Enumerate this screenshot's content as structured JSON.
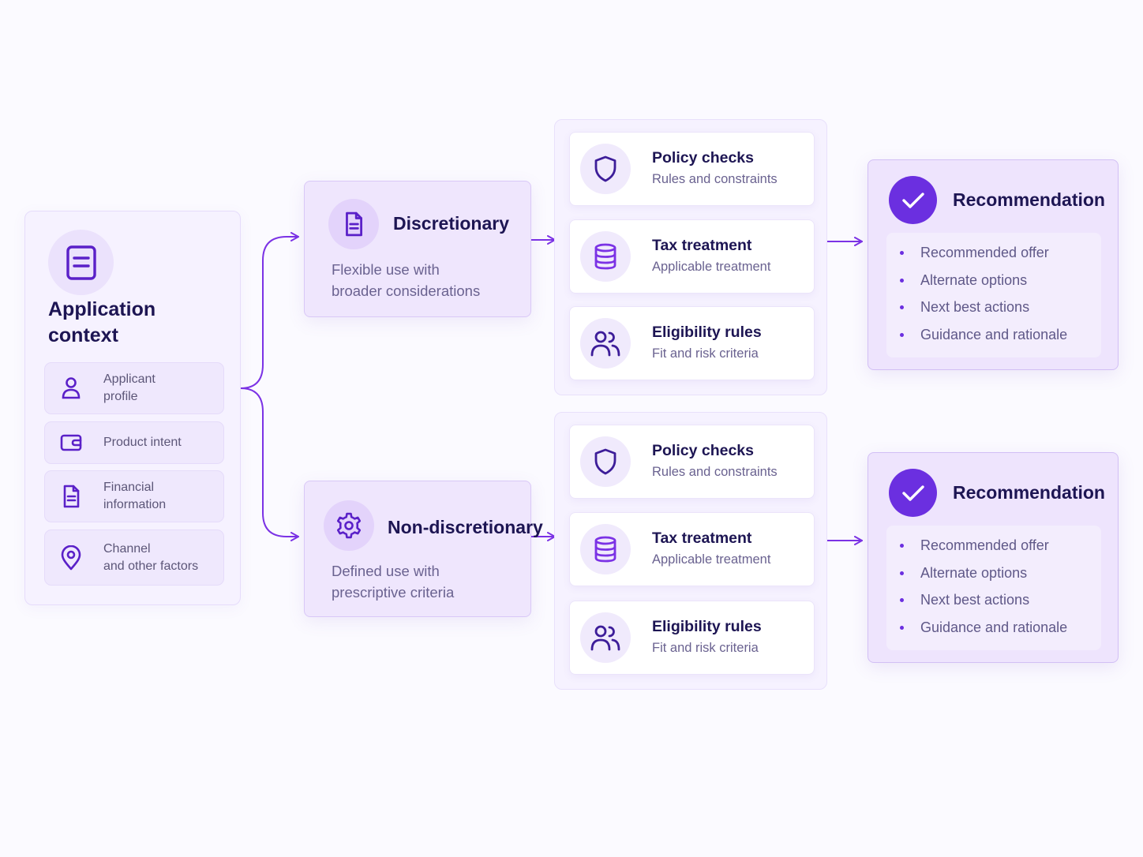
{
  "colors": {
    "accent": "#6b2fe0",
    "arrow": "#7b32e5",
    "heading": "#1d1553",
    "muted_text": "#6a6290",
    "panel_bg": "#f6f2ff",
    "card_bg": "#efe6fd"
  },
  "context": {
    "icon": "document-icon",
    "title": "Application context",
    "items": [
      {
        "icon": "user-icon",
        "label": "Applicant\nprofile"
      },
      {
        "icon": "wallet-icon",
        "label": "Product intent"
      },
      {
        "icon": "file-text-icon",
        "label": "Financial\ninformation"
      },
      {
        "icon": "map-pin-icon",
        "label": "Channel\nand other factors"
      }
    ]
  },
  "modes": [
    {
      "icon": "document-icon",
      "title": "Discretionary",
      "description": "Flexible use with\nbroader considerations"
    },
    {
      "icon": "gear-icon",
      "title": "Non-discretionary",
      "description": "Defined use with\nprescriptive criteria"
    }
  ],
  "check_groups": [
    {
      "checks": [
        {
          "icon": "shield-icon",
          "title": "Policy checks",
          "subtitle": "Rules and constraints"
        },
        {
          "icon": "database-icon",
          "title": "Tax treatment",
          "subtitle": "Applicable treatment"
        },
        {
          "icon": "users-icon",
          "title": "Eligibility rules",
          "subtitle": "Fit and risk criteria"
        }
      ]
    },
    {
      "checks": [
        {
          "icon": "shield-icon",
          "title": "Policy checks",
          "subtitle": "Rules and constraints"
        },
        {
          "icon": "database-icon",
          "title": "Tax treatment",
          "subtitle": "Applicable treatment"
        },
        {
          "icon": "users-icon",
          "title": "Eligibility rules",
          "subtitle": "Fit and risk criteria"
        }
      ]
    }
  ],
  "recommendations": [
    {
      "icon": "checkmark-icon",
      "title": "Recommendation",
      "items": [
        "Recommended offer",
        "Alternate options",
        "Next best actions",
        "Guidance and rationale"
      ]
    },
    {
      "icon": "checkmark-icon",
      "title": "Recommendation",
      "items": [
        "Recommended offer",
        "Alternate options",
        "Next best actions",
        "Guidance and rationale"
      ]
    }
  ]
}
